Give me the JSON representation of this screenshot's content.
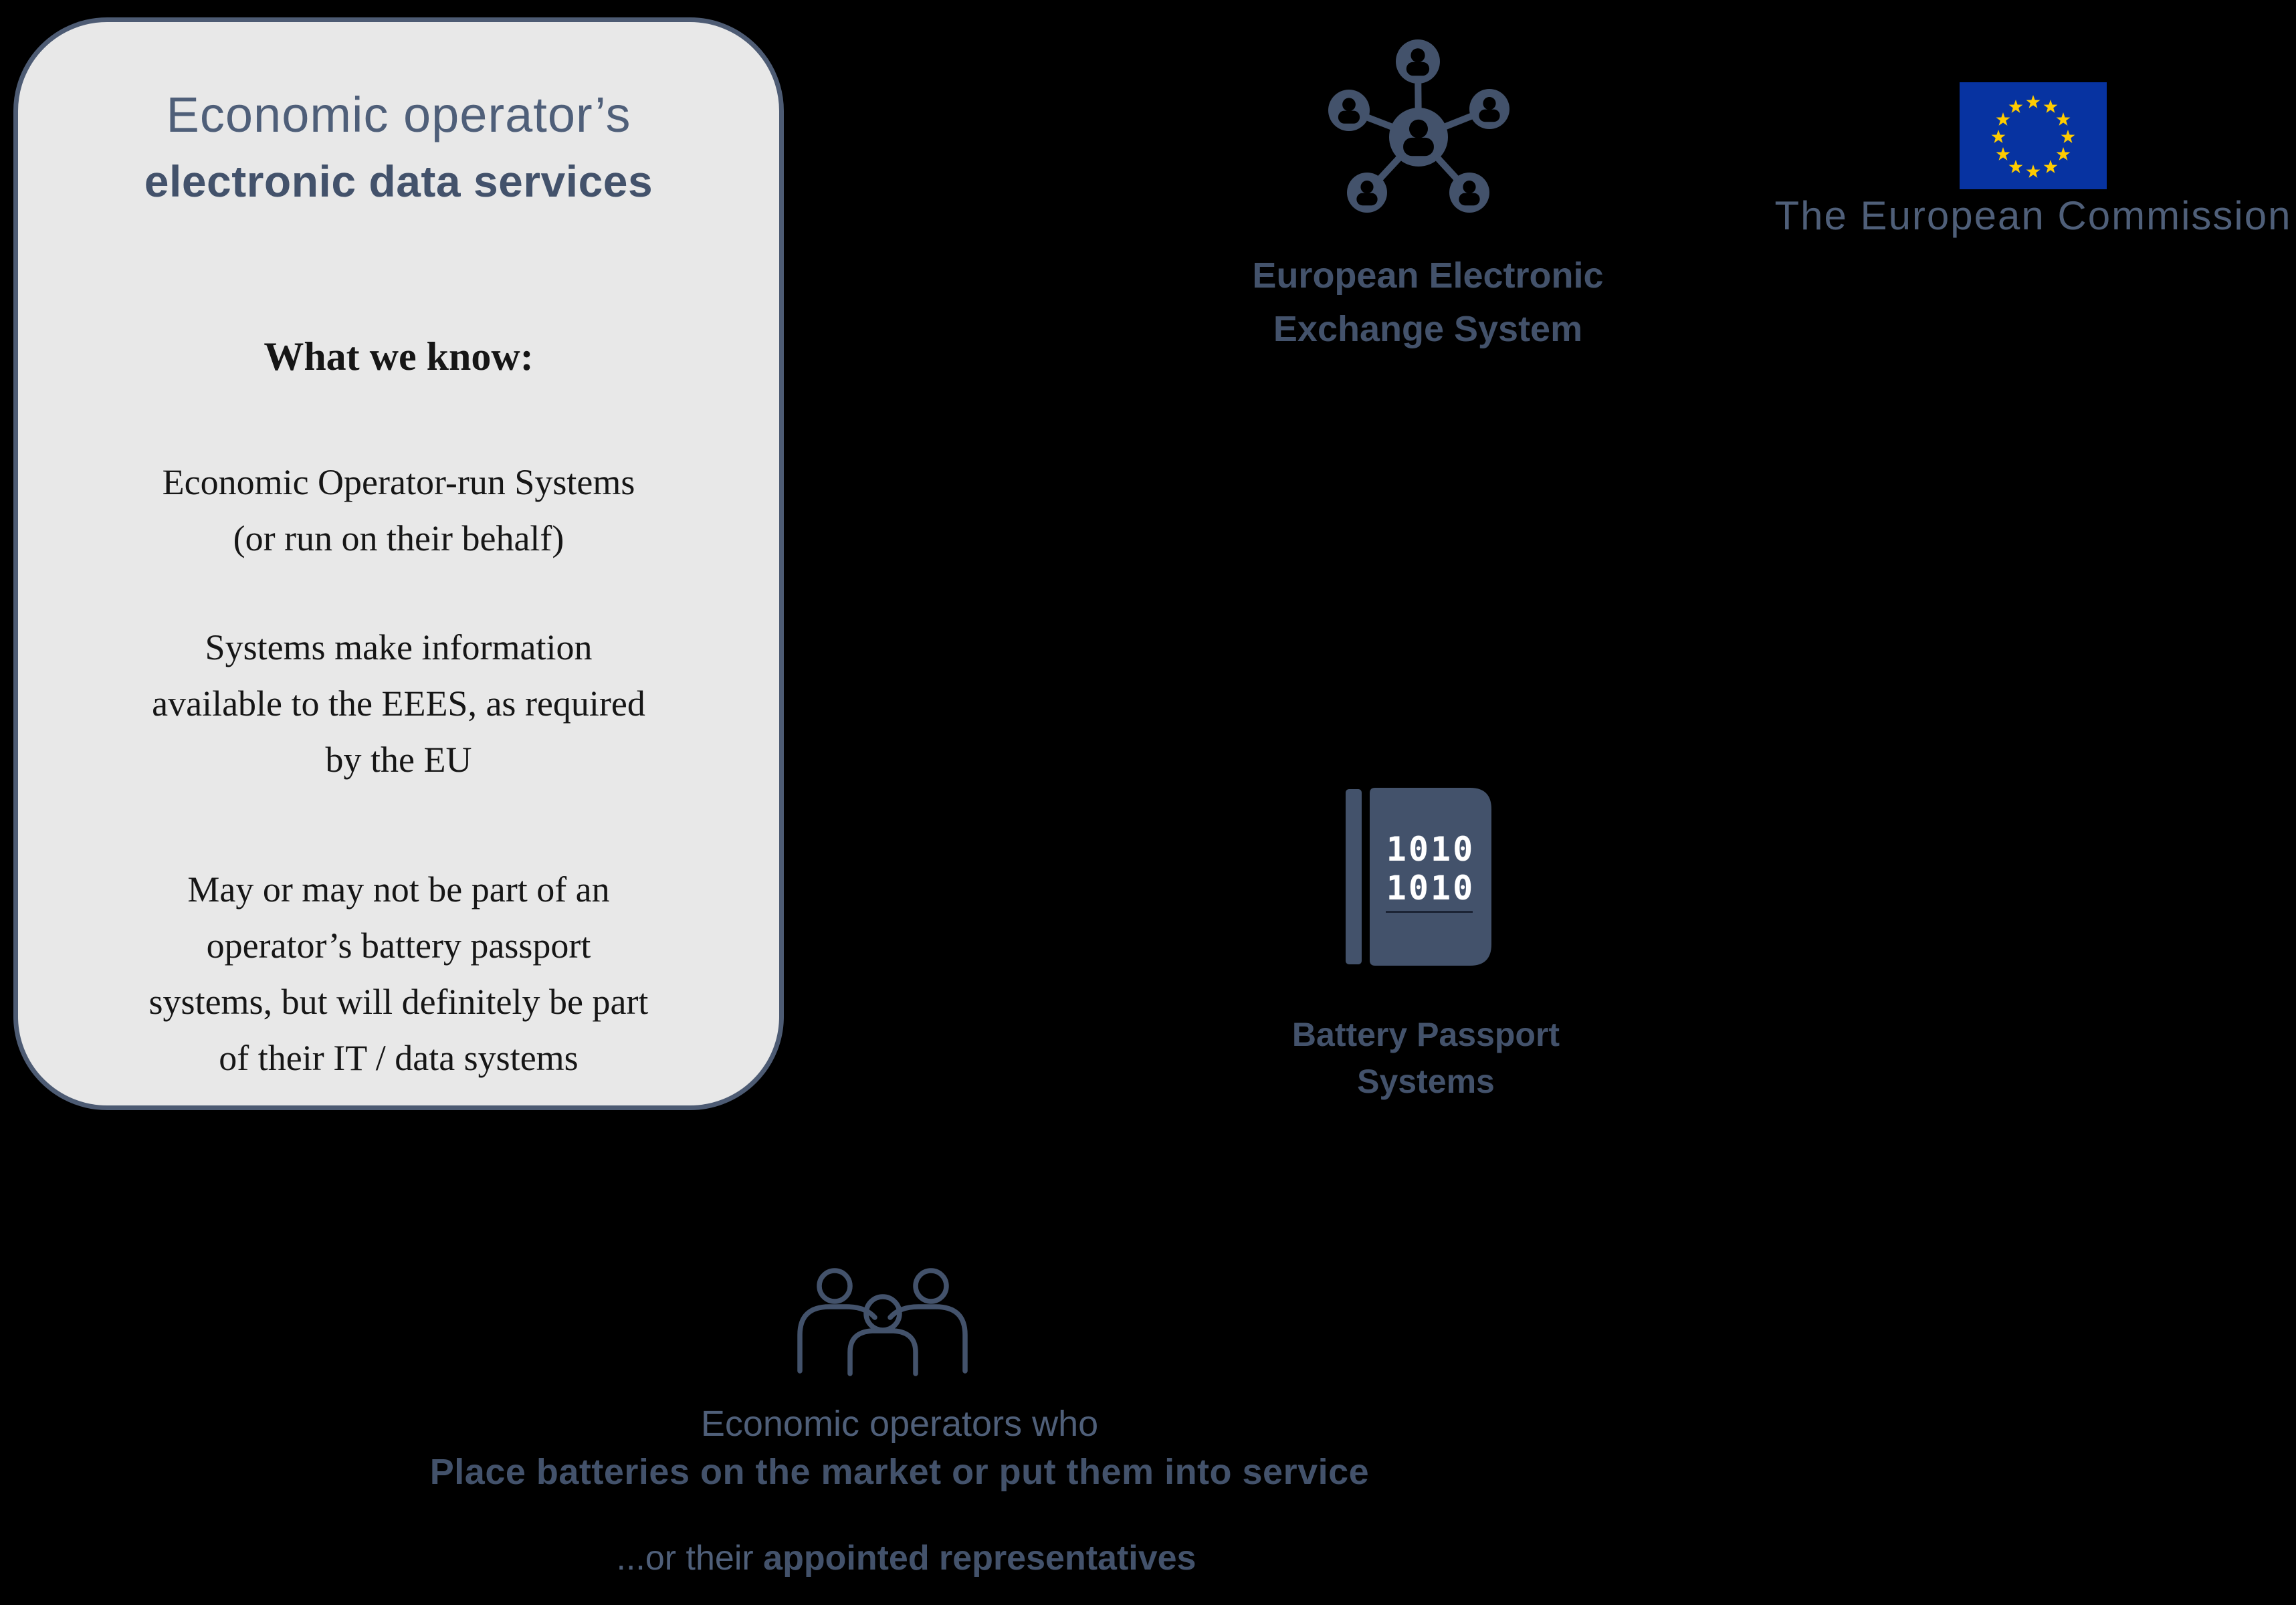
{
  "card": {
    "title_line1": "Economic operator’s",
    "title_line2": "electronic data services",
    "heading": "What we know:",
    "paragraphs": {
      "p1": "Economic Operator-run Systems\n(or run on their behalf)",
      "p2": "Systems make information\navailable to the EEES, as required\nby the EU",
      "p3": "May or may not be part of an\noperator’s battery passport\nsystems, but will definitely be part\nof their IT / data systems"
    }
  },
  "eees": {
    "label": "European Electronic\nExchange System"
  },
  "commission": {
    "label": "The European Commission"
  },
  "battery": {
    "binary": "1010\n1010",
    "label": "Battery Passport\nSystems"
  },
  "operators": {
    "line1": "Economic operators who",
    "line2": "Place batteries on the market or put them into service",
    "line3_prefix": "...or their ",
    "line3_bold": "appointed representatives"
  },
  "colors": {
    "background": "#000000",
    "card-bg": "#e8e8e8",
    "card-border": "#4d5b73",
    "slate": "#43526b",
    "slate-light": "#4f5f79",
    "ink": "#161616",
    "eu-blue": "#0733a1",
    "eu-star": "#ffcc00",
    "white": "#ffffff",
    "book-line": "#1c2435"
  }
}
